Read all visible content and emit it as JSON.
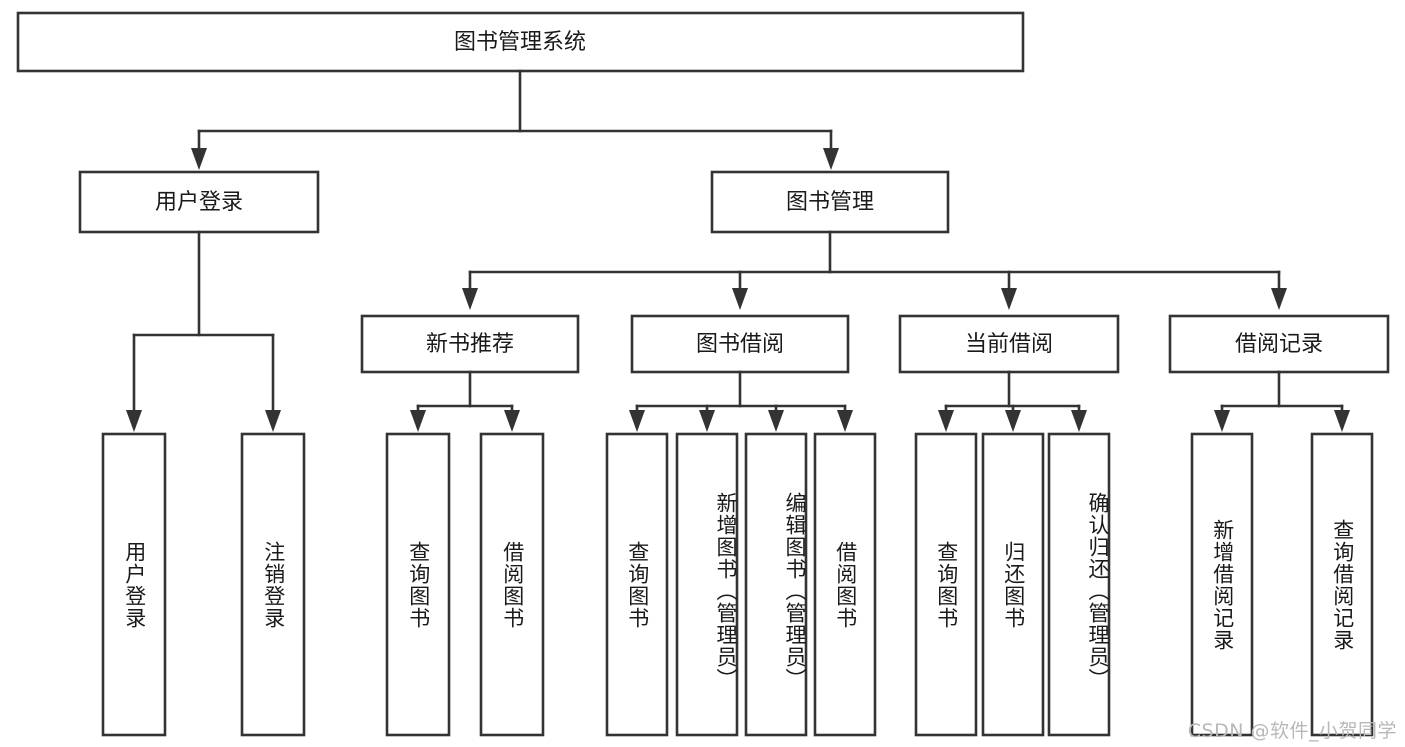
{
  "diagram": {
    "title": "图书管理系统",
    "type": "tree-hierarchy-functional-structure",
    "watermark": "CSDN @软件_小贺同学",
    "colors": {
      "background": "#ffffff",
      "box_fill": "#ffffff",
      "box_stroke": "#333333",
      "text": "#1a1a1a",
      "watermark": "#b8b8b8"
    },
    "root": {
      "label": "图书管理系统",
      "orientation": "horizontal"
    },
    "level2": [
      {
        "label": "用户登录",
        "orientation": "horizontal"
      },
      {
        "label": "图书管理",
        "orientation": "horizontal"
      }
    ],
    "level3": [
      {
        "label": "新书推荐",
        "orientation": "horizontal"
      },
      {
        "label": "图书借阅",
        "orientation": "horizontal"
      },
      {
        "label": "当前借阅",
        "orientation": "horizontal"
      },
      {
        "label": "借阅记录",
        "orientation": "horizontal"
      }
    ],
    "leaves": {
      "user_login": [
        {
          "label": "用户登录",
          "orientation": "vertical"
        },
        {
          "label": "注销登录",
          "orientation": "vertical"
        }
      ],
      "new_book_recommend": [
        {
          "label": "查询图书",
          "orientation": "vertical"
        },
        {
          "label": "借阅图书",
          "orientation": "vertical"
        }
      ],
      "book_borrow": [
        {
          "label": "查询图书",
          "orientation": "vertical"
        },
        {
          "label": "新增图书（管理员）",
          "orientation": "vertical"
        },
        {
          "label": "编辑图书（管理员）",
          "orientation": "vertical"
        },
        {
          "label": "借阅图书",
          "orientation": "vertical"
        }
      ],
      "current_borrow": [
        {
          "label": "查询图书",
          "orientation": "vertical"
        },
        {
          "label": "归还图书",
          "orientation": "vertical"
        },
        {
          "label": "确认归还（管理员）",
          "orientation": "vertical"
        }
      ],
      "borrow_record": [
        {
          "label": "新增借阅记录",
          "orientation": "vertical"
        },
        {
          "label": "查询借阅记录",
          "orientation": "vertical"
        }
      ]
    }
  }
}
